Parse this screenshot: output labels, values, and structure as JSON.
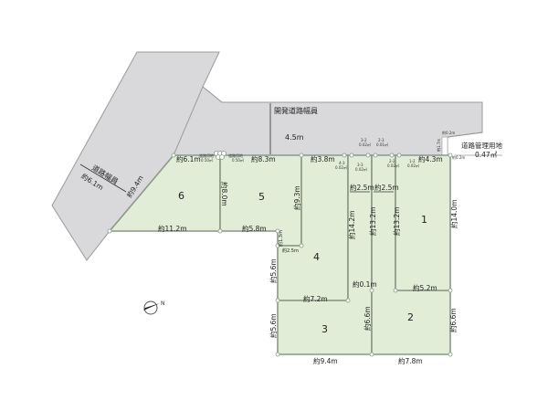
{
  "road": {
    "title": "開発道路幅員",
    "width": "4.5m"
  },
  "side_road": {
    "title": "道路幅員",
    "width": "約6.1m"
  },
  "mgmt": {
    "title": "道路管理用地",
    "area": "0.47㎡",
    "w1": "約0.2m",
    "w2": "約0.2m",
    "h": "約1.7m"
  },
  "lots": [
    "1",
    "2",
    "3",
    "4",
    "5",
    "6"
  ],
  "corner_cut": {
    "label": "道路用地",
    "area": "0.50㎡"
  },
  "small_cuts": [
    {
      "id": "3-2",
      "area": "0.02㎡"
    },
    {
      "id": "2-3",
      "area": "0.01㎡"
    },
    {
      "id": "4-3",
      "area": "0.02㎡"
    },
    {
      "id": "3-3",
      "area": "0.02㎡"
    },
    {
      "id": "2-2",
      "area": "0.02㎡"
    },
    {
      "id": "1-2",
      "area": "0.02㎡"
    }
  ],
  "dims": {
    "d6_top": "約6.1m",
    "d5_top": "約8.3m",
    "d4_top": "約3.8m",
    "d1_top": "約4.3m",
    "d8_0": "約8.0m",
    "d9_3": "約9.3m",
    "d11_2": "約11.2m",
    "d5_8": "約5.8m",
    "d1_3": "約1.3m",
    "d2_5a": "約2.5m",
    "d5_6a": "約5.6m",
    "d7_2": "約7.2m",
    "d5_6b": "約5.6m",
    "d9_4": "約9.4m",
    "d7_8": "約7.8m",
    "d6_6a": "約6.6m",
    "d6_6b": "約6.6m",
    "d5_2": "約5.2m",
    "d0_1": "約0.1m",
    "d14_2": "約14.2m",
    "d13_2a": "約13.2m",
    "d13_2b": "約13.2m",
    "d2_5b": "約2.5m",
    "d2_5c": "約2.5m",
    "d14_0": "約14.0m",
    "d9_4road": "約9.4m"
  },
  "compass": {
    "label": "N"
  }
}
